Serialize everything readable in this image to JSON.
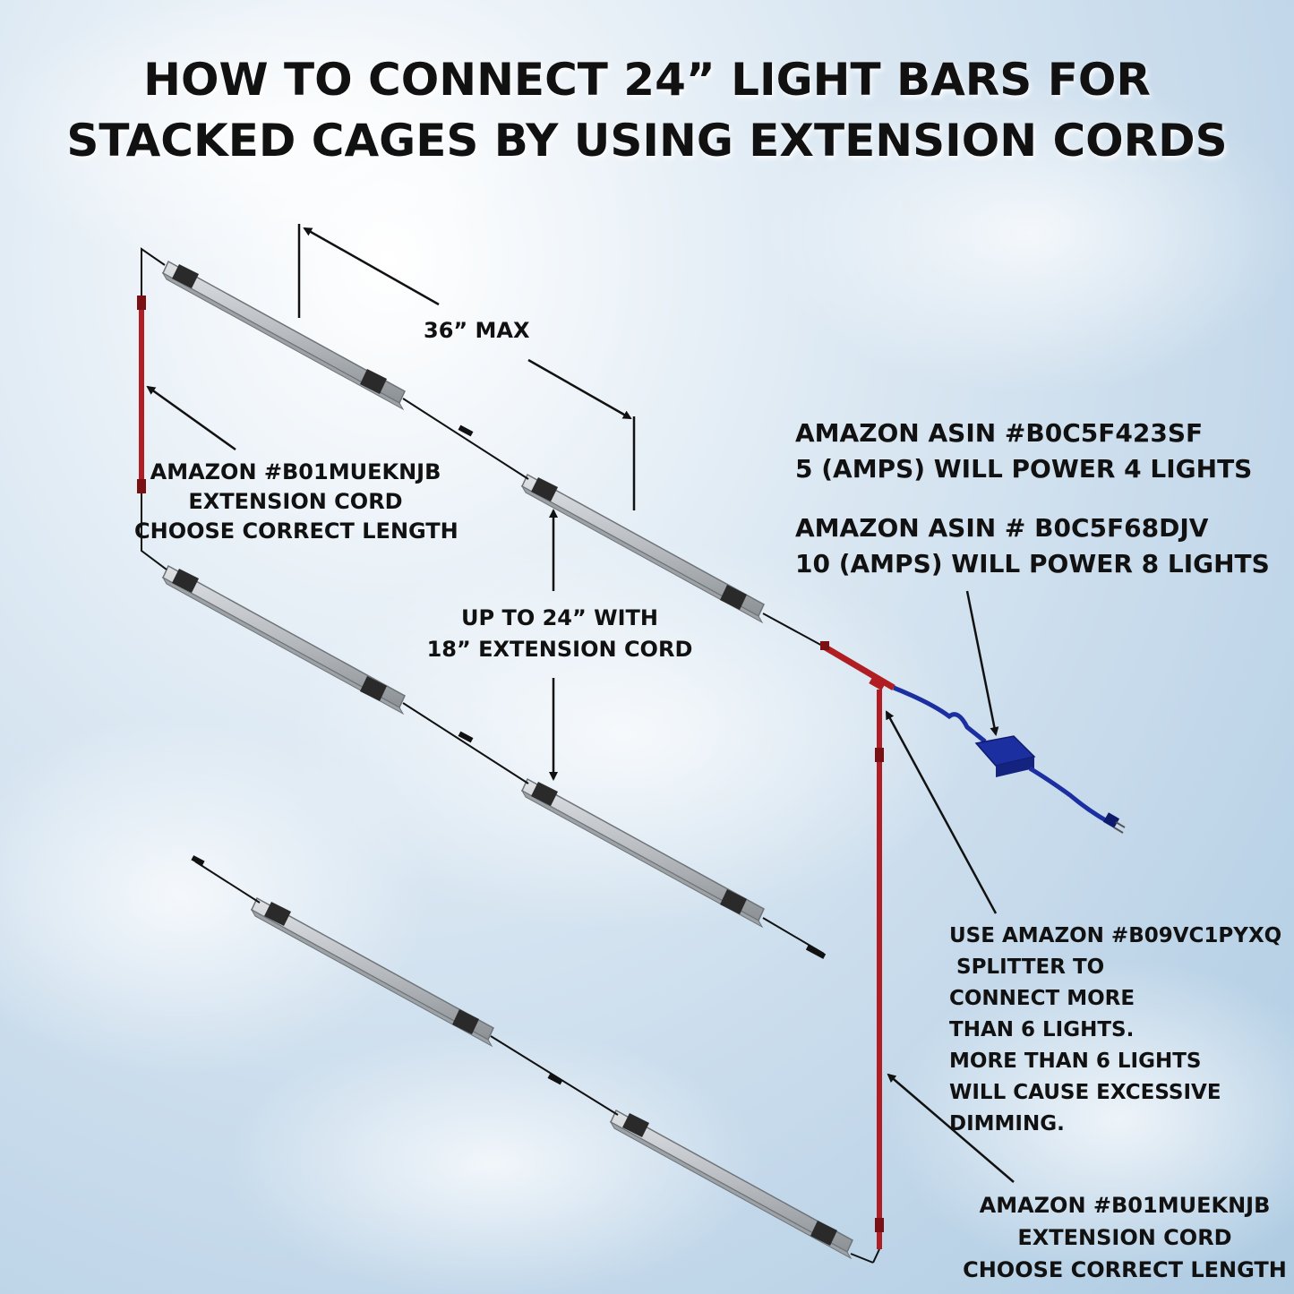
{
  "title": {
    "line1": "HOW TO CONNECT 24” LIGHT BARS FOR",
    "line2": "STACKED CAGES BY USING EXTENSION CORDS"
  },
  "labels": {
    "max_spacing": "36” MAX",
    "ext_cord_left": {
      "line1": "AMAZON #B01MUEKNJB",
      "line2": "EXTENSION CORD",
      "line3": "CHOOSE CORRECT LENGTH"
    },
    "gap_note": {
      "line1": "UP TO 24” WITH",
      "line2": "18” EXTENSION CORD"
    },
    "adapter_5a": {
      "line1": "AMAZON ASIN #B0C5F423SF",
      "line2": "5 (AMPS) WILL POWER 4 LIGHTS"
    },
    "adapter_10a": {
      "line1": "AMAZON ASIN # B0C5F68DJV",
      "line2": "10 (AMPS) WILL POWER 8 LIGHTS"
    },
    "splitter": {
      "line1": "USE AMAZON #B09VC1PYXQ",
      "line2": " SPLITTER TO",
      "line3": "CONNECT MORE",
      "line4": "THAN 6 LIGHTS.",
      "line5": "MORE THAN 6 LIGHTS",
      "line6": "WILL CAUSE EXCESSIVE",
      "line7": "DIMMING."
    },
    "ext_cord_right": {
      "line1": "AMAZON #B01MUEKNJB",
      "line2": "EXTENSION CORD",
      "line3": "CHOOSE CORRECT LENGTH"
    }
  },
  "colors": {
    "bar_body": "#b9bdc2",
    "bar_edge": "#6e7378",
    "clip": "#2a2a2a",
    "extension_cord": "#b01e23",
    "power_cord": "#1c2fa0",
    "signal_wire": "#111111"
  }
}
